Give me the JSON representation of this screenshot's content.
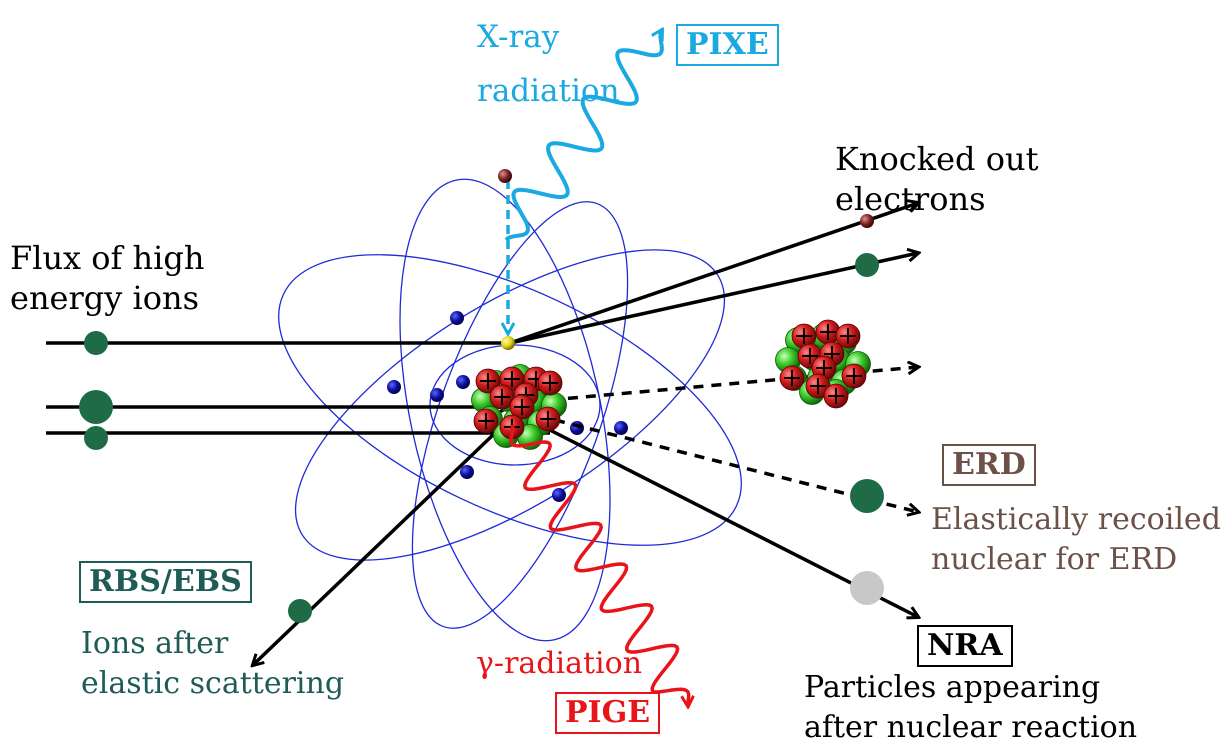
{
  "colors": {
    "black": "#000000",
    "xray": "#1aa9e1",
    "gamma": "#e8141a",
    "orbit": "#1f2bd6",
    "electron": "#0a0a8c",
    "ion": "#1f6b46",
    "proton": "#c0141a",
    "neutron": "#39c72a",
    "erd": "#6b5148",
    "rbs": "#1f5c57",
    "knocked_electron": "#7a2020",
    "nra_particle": "#c8c8c8",
    "inner_electron": "#e0d010"
  },
  "labels": {
    "flux": [
      "Flux of high",
      "energy ions"
    ],
    "xray": [
      "X-ray",
      "radiation"
    ],
    "knocked": [
      "Knocked out",
      "electrons"
    ],
    "erd_desc": [
      "Elastically recoiled",
      "nuclear for ERD"
    ],
    "rbs_desc": [
      "Ions after",
      "elastic scattering"
    ],
    "nra_desc": [
      "Particles appearing",
      "after nuclear reaction"
    ],
    "gamma": "γ-radiation"
  },
  "boxes": {
    "pixe": "PIXE",
    "erd": "ERD",
    "rbs": "RBS/EBS",
    "nra": "NRA",
    "pige": "PIGE"
  }
}
